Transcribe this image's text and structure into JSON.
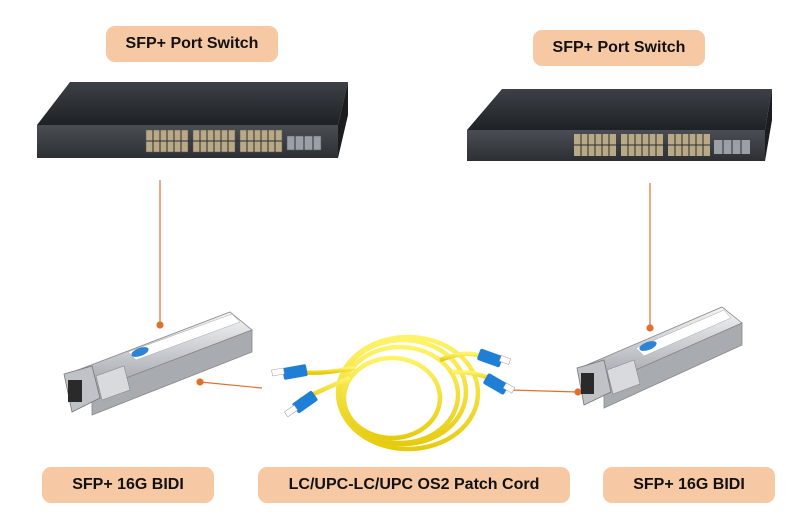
{
  "labels": {
    "switch_left": "SFP+ Port Switch",
    "switch_right": "SFP+ Port Switch",
    "sfp_left": "SFP+ 16G BIDI",
    "patch_cord": "LC/UPC-LC/UPC OS2 Patch Cord",
    "sfp_right": "SFP+ 16G BIDI"
  },
  "colors": {
    "label_fill": "#f7c8a4",
    "connector_line": "#e07030",
    "fiber": "#f2e21c",
    "lc_connector": "#1f7fd6"
  }
}
